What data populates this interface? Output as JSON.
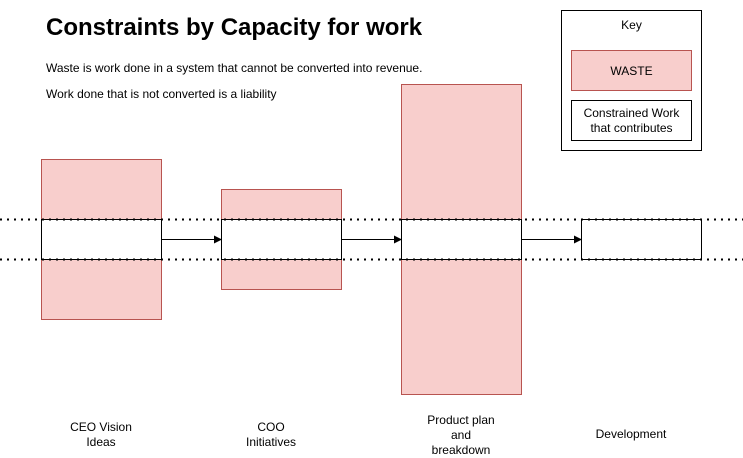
{
  "title": "Constraints by Capacity for work",
  "subtitle_1": "Waste is work done in a system that cannot be converted into revenue.",
  "subtitle_2": "Work done that is not converted is a liability",
  "key": {
    "title": "Key",
    "waste_label": "WASTE",
    "constrained_label": "Constrained Work that contributes"
  },
  "stages": [
    {
      "label": "CEO Vision\nIdeas",
      "has_waste": true
    },
    {
      "label": "COO\nInitiatives",
      "has_waste": true
    },
    {
      "label": "Product  plan\nand\nbreakdown",
      "has_waste": true
    },
    {
      "label": "Development",
      "has_waste": false
    }
  ],
  "colors": {
    "waste_fill": "#f8cecc",
    "waste_stroke": "#b85450",
    "constrained_fill": "#ffffff",
    "line": "#000000"
  }
}
